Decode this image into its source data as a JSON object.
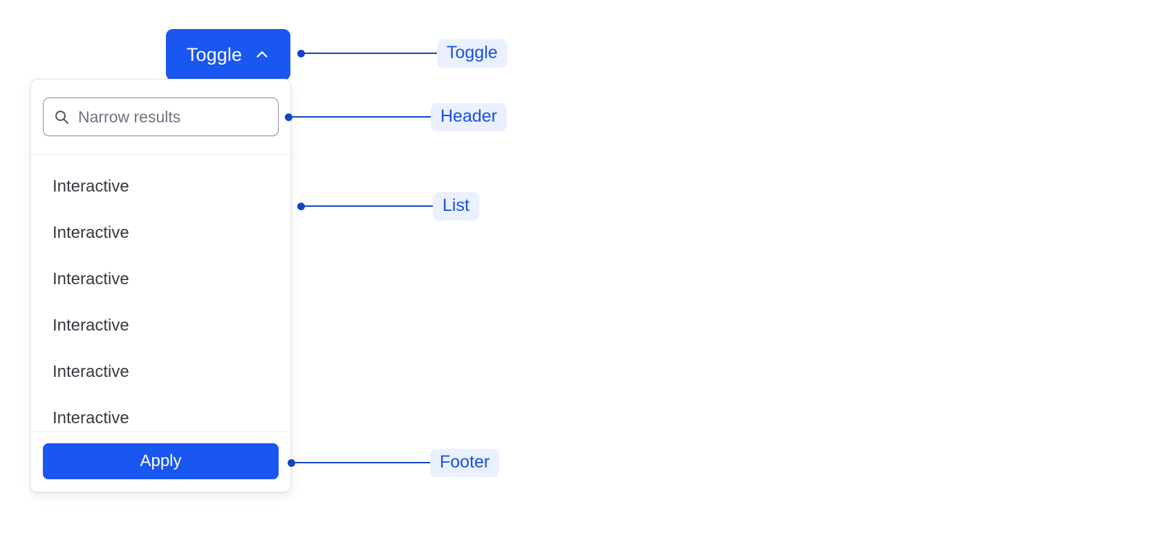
{
  "colors": {
    "accent_blue": "#1a56f0",
    "annotation_blue": "#1651e0",
    "annotation_line": "#1343c4",
    "annotation_chip_bg": "#eaf0fe",
    "panel_border": "#e3e5e9",
    "divider": "#e8eaed",
    "text_primary": "#343a40",
    "placeholder": "#6d737d",
    "page_bg": "#ffffff"
  },
  "toggle": {
    "label": "Toggle",
    "icon": "chevron-up-icon",
    "expanded": true
  },
  "panel": {
    "header": {
      "search": {
        "icon": "search-icon",
        "placeholder": "Narrow results",
        "value": ""
      }
    },
    "list": {
      "items": [
        {
          "label": "Interactive"
        },
        {
          "label": "Interactive"
        },
        {
          "label": "Interactive"
        },
        {
          "label": "Interactive"
        },
        {
          "label": "Interactive"
        },
        {
          "label": "Interactive"
        }
      ]
    },
    "footer": {
      "apply_label": "Apply"
    }
  },
  "annotations": [
    {
      "label": "Toggle",
      "target": "toggle-button"
    },
    {
      "label": "Header",
      "target": "panel-header"
    },
    {
      "label": "List",
      "target": "panel-list"
    },
    {
      "label": "Footer",
      "target": "panel-footer"
    }
  ]
}
